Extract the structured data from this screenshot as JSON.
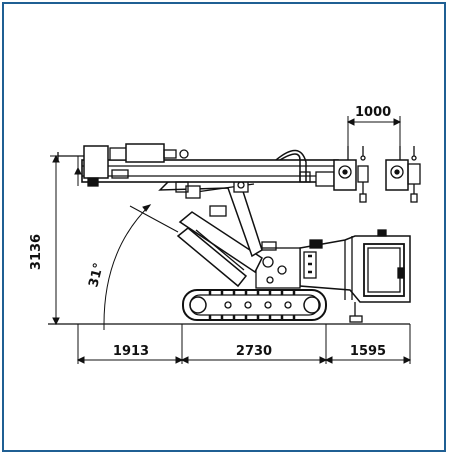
{
  "dimensions": {
    "front_offset": "1000",
    "height": "3136",
    "angle": "31°",
    "front_reach": "1913",
    "track_length": "2730",
    "rear_overhang": "1595"
  },
  "colors": {
    "frame_border": "#1f5f93",
    "line": "#111111"
  }
}
